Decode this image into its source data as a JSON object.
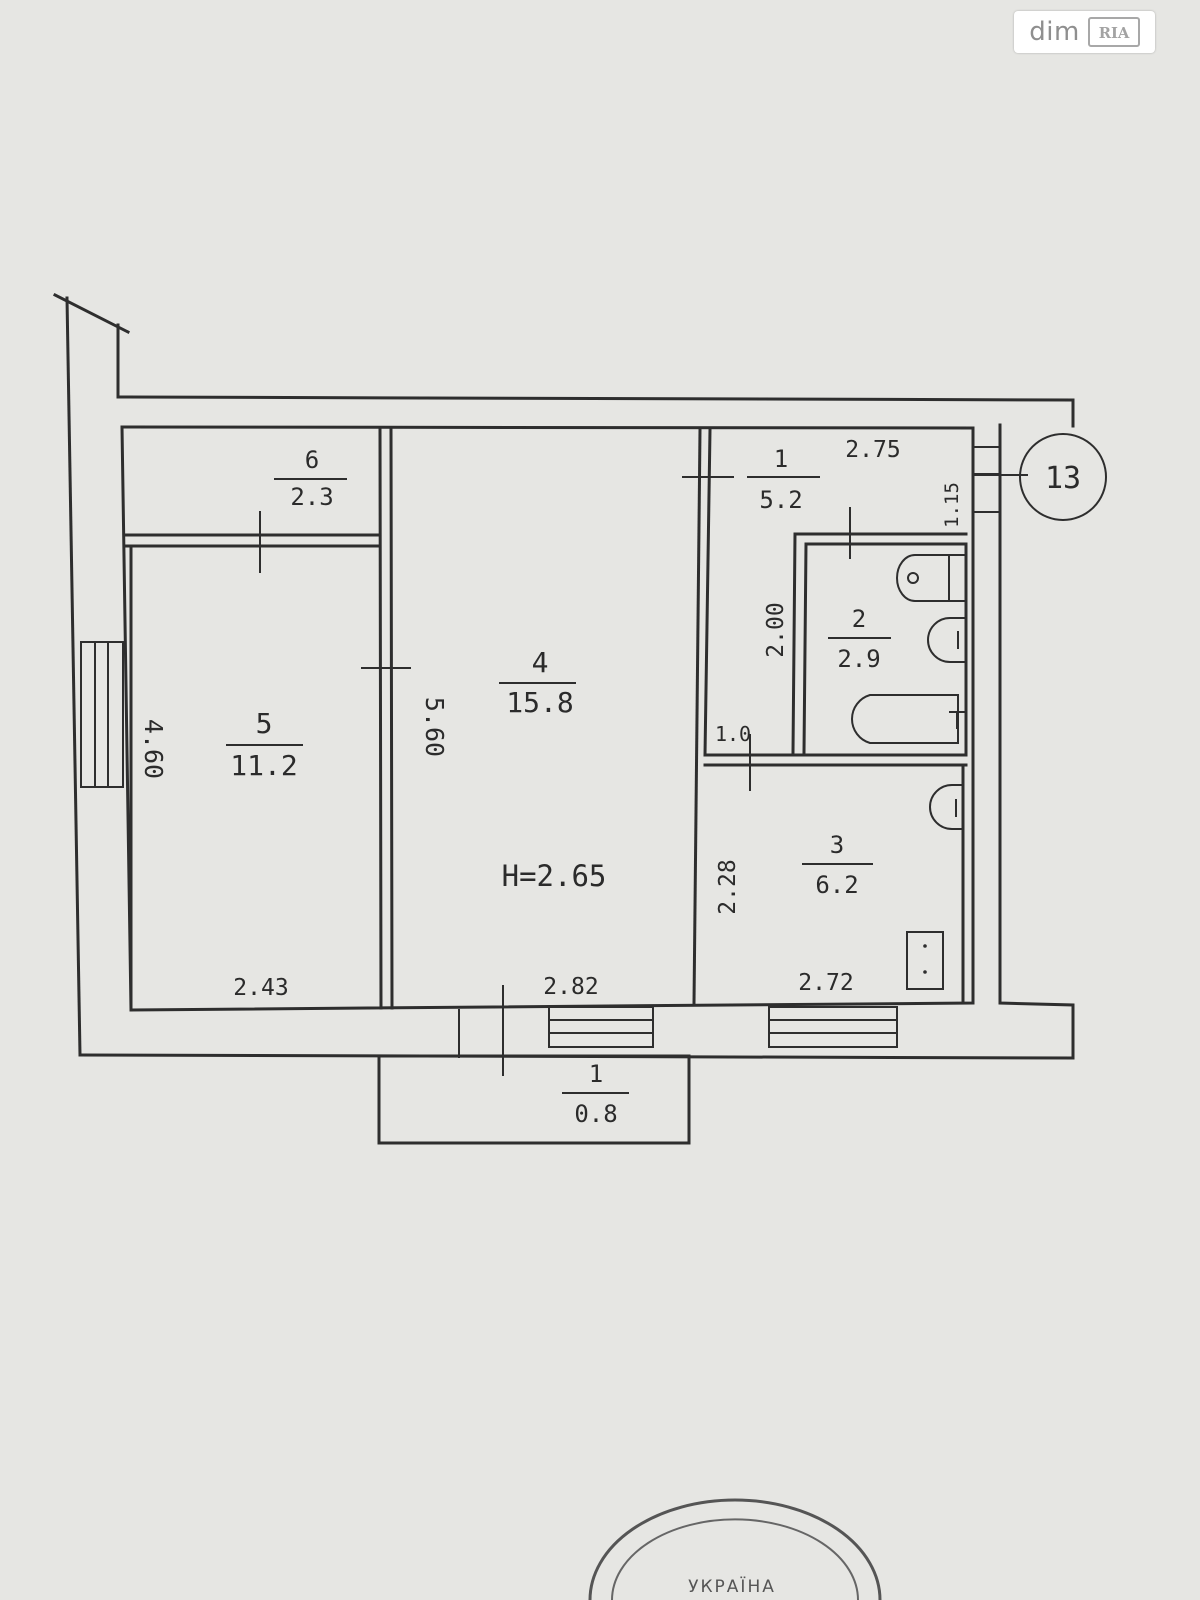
{
  "watermark": {
    "text": "dim",
    "logo_text": "RIA"
  },
  "rooms": [
    {
      "number": "6",
      "area": "2.3"
    },
    {
      "number": "5",
      "area": "11.2"
    },
    {
      "number": "4",
      "area": "15.8"
    },
    {
      "number": "1",
      "area": "5.2"
    },
    {
      "number": "2",
      "area": "2.9"
    },
    {
      "number": "3",
      "area": "6.2"
    },
    {
      "number": "1",
      "area": "0.8"
    }
  ],
  "dimensions": {
    "room1_width": "2.75",
    "room1_depth": "1.15",
    "room2_depth": "2.00",
    "corridor_width": "1.0",
    "room3_depth": "2.28",
    "room3_width": "2.72",
    "room4_width": "2.82",
    "room4_depth": "5.60",
    "room5_width": "2.43",
    "room5_depth": "4.60"
  },
  "ceiling_height": "H=2.65",
  "apartment_number": "13",
  "stamp_text": "УКРАЇНА"
}
